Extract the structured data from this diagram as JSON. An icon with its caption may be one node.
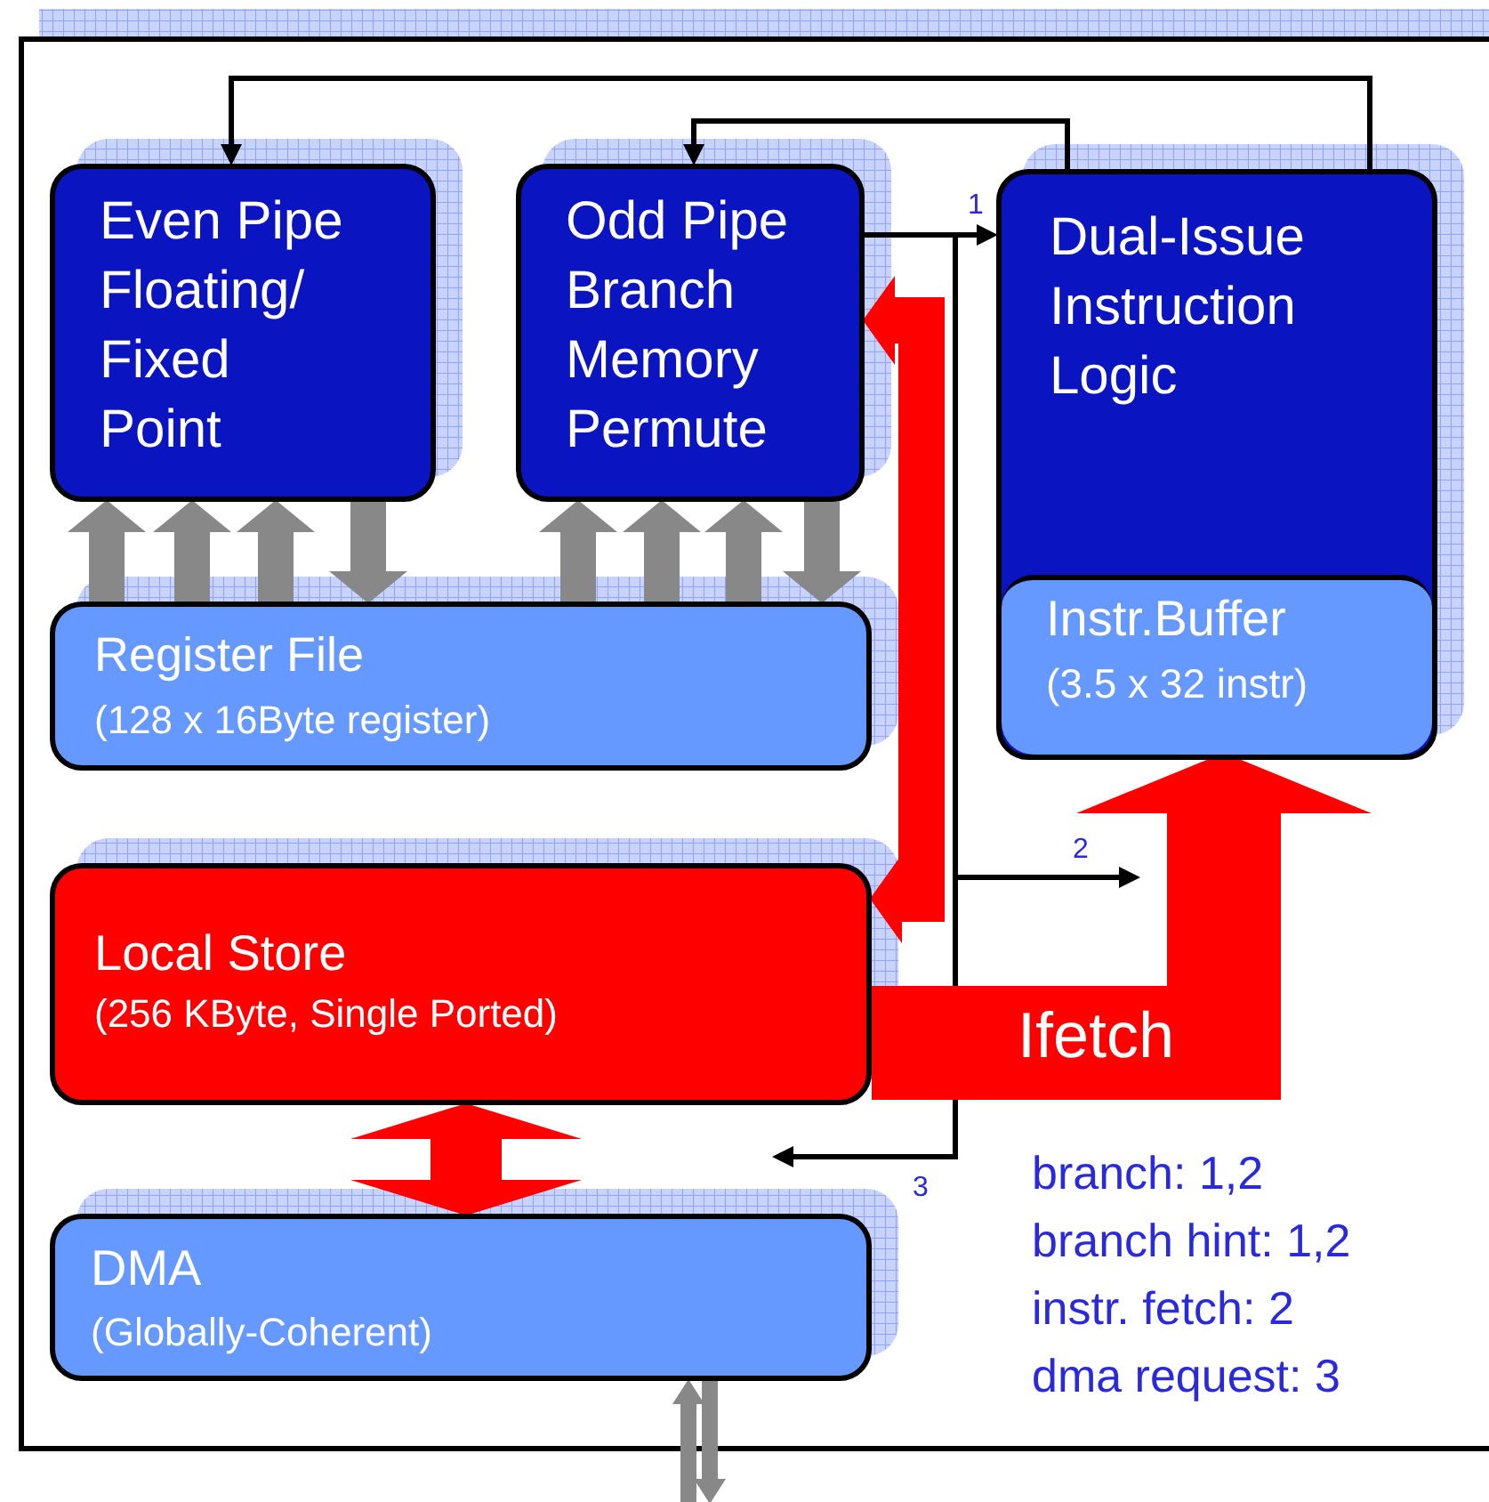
{
  "diagram": {
    "nodes": [
      {
        "text": [
          "Even Pipe Floating/ Fixed Point"
        ]
      },
      {
        "text": [
          "Odd Pipe Branch Memory Permute"
        ]
      },
      {
        "text": [
          "Dual-Issue Instruction Logic"
        ]
      },
      {
        "text": [
          "Instr.Buffer",
          "(3.5 x 32 instr)"
        ],
        "in": 2
      },
      {
        "text": [
          "Register File",
          "(128 x 16Byte register)"
        ]
      },
      {
        "text": [
          "Local Store",
          "(256 KByte, Single Ported)"
        ]
      },
      {
        "text": [
          "DMA",
          "(Globally-Coherent)"
        ]
      }
    ],
    "edges": [
      {
        "from": 2,
        "to": 0,
        "arrow": "to",
        "color": "#000000"
      },
      {
        "from": 2,
        "to": 1,
        "arrow": "to",
        "color": "#000000"
      },
      {
        "from": 1,
        "to": 2,
        "arrow": "to",
        "label": "1",
        "color": "#000000"
      },
      {
        "from": 1,
        "to": null,
        "arrow": "to",
        "label": "2",
        "color": "#000000"
      },
      {
        "from": 1,
        "to": 6,
        "arrow": "to",
        "label": "3",
        "color": "#000000"
      },
      {
        "from": 5,
        "to": 1,
        "arrow": "both",
        "color": "#ff0000"
      },
      {
        "from": 4,
        "to": 0,
        "arrow": "to"
      },
      {
        "from": 4,
        "to": 0,
        "arrow": "to"
      },
      {
        "from": 4,
        "to": 0,
        "arrow": "to"
      },
      {
        "from": 0,
        "to": 4,
        "arrow": "to"
      },
      {
        "from": 4,
        "to": 1,
        "arrow": "to"
      },
      {
        "from": 4,
        "to": 1,
        "arrow": "to"
      },
      {
        "from": 4,
        "to": 1,
        "arrow": "to"
      },
      {
        "from": 1,
        "to": 4,
        "arrow": "to"
      },
      {
        "from": 5,
        "to": 3,
        "arrow": "to",
        "label": "Ifetch",
        "style": "thick",
        "color": "#ff0000"
      },
      {
        "from": 5,
        "to": 6,
        "arrow": "both",
        "style": "thick",
        "color": "#ff0000"
      },
      {
        "from": 6,
        "to": null,
        "arrow": "to"
      },
      {
        "from": null,
        "to": 6,
        "arrow": "to"
      }
    ],
    "labels": [
      "branch: 1,2",
      "branch hint: 1,2",
      "instr. fetch: 2",
      "dma request: 3"
    ]
  }
}
